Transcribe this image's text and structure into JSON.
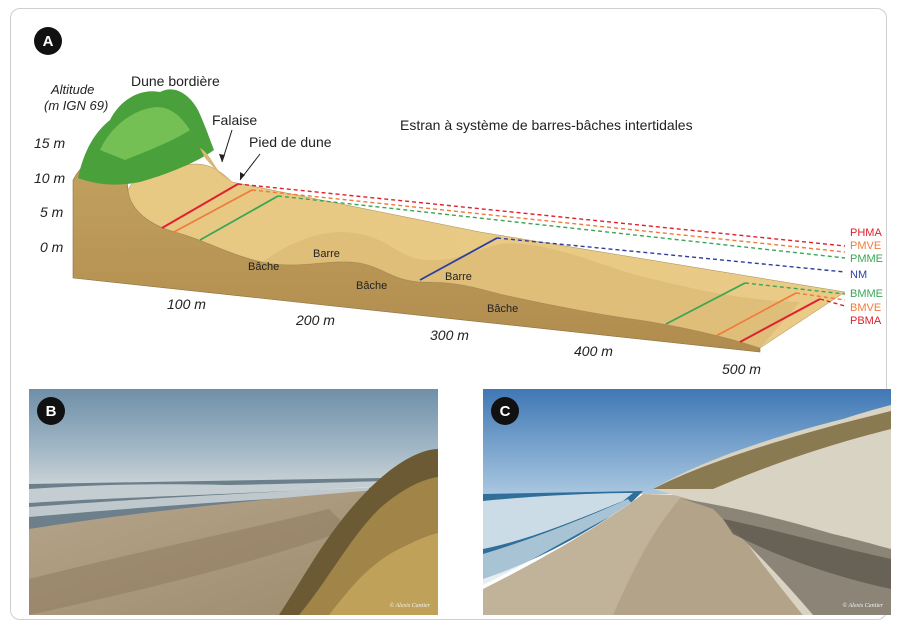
{
  "panel_a": {
    "badge": "A",
    "axis_title_line1": "Altitude",
    "axis_title_line2": "(m IGN 69)",
    "y_ticks": [
      "15 m",
      "10 m",
      "5 m",
      "0 m"
    ],
    "x_ticks": [
      "100 m",
      "200 m",
      "300 m",
      "400 m",
      "500 m"
    ],
    "labels": {
      "dune": "Dune bordière",
      "falaise": "Falaise",
      "pied": "Pied de dune",
      "estran": "Estran à système de barres-bâches intertidales",
      "barre1": "Barre",
      "barre2": "Barre",
      "bache1": "Bâche",
      "bache2": "Bâche",
      "bache3": "Bâche"
    },
    "levels": [
      {
        "name": "PHMA",
        "color": "#e0202e"
      },
      {
        "name": "PMVE",
        "color": "#f07a3a"
      },
      {
        "name": "PMME",
        "color": "#3aa655"
      },
      {
        "name": "NM",
        "color": "#2d3f9e"
      },
      {
        "name": "BMME",
        "color": "#3aa655"
      },
      {
        "name": "BMVE",
        "color": "#f07a3a"
      },
      {
        "name": "PBMA",
        "color": "#e0202e"
      }
    ]
  },
  "panel_b": {
    "badge": "B",
    "credit": "© Alexis Cantier"
  },
  "panel_c": {
    "badge": "C",
    "credit": "© Alexis Cantier"
  }
}
